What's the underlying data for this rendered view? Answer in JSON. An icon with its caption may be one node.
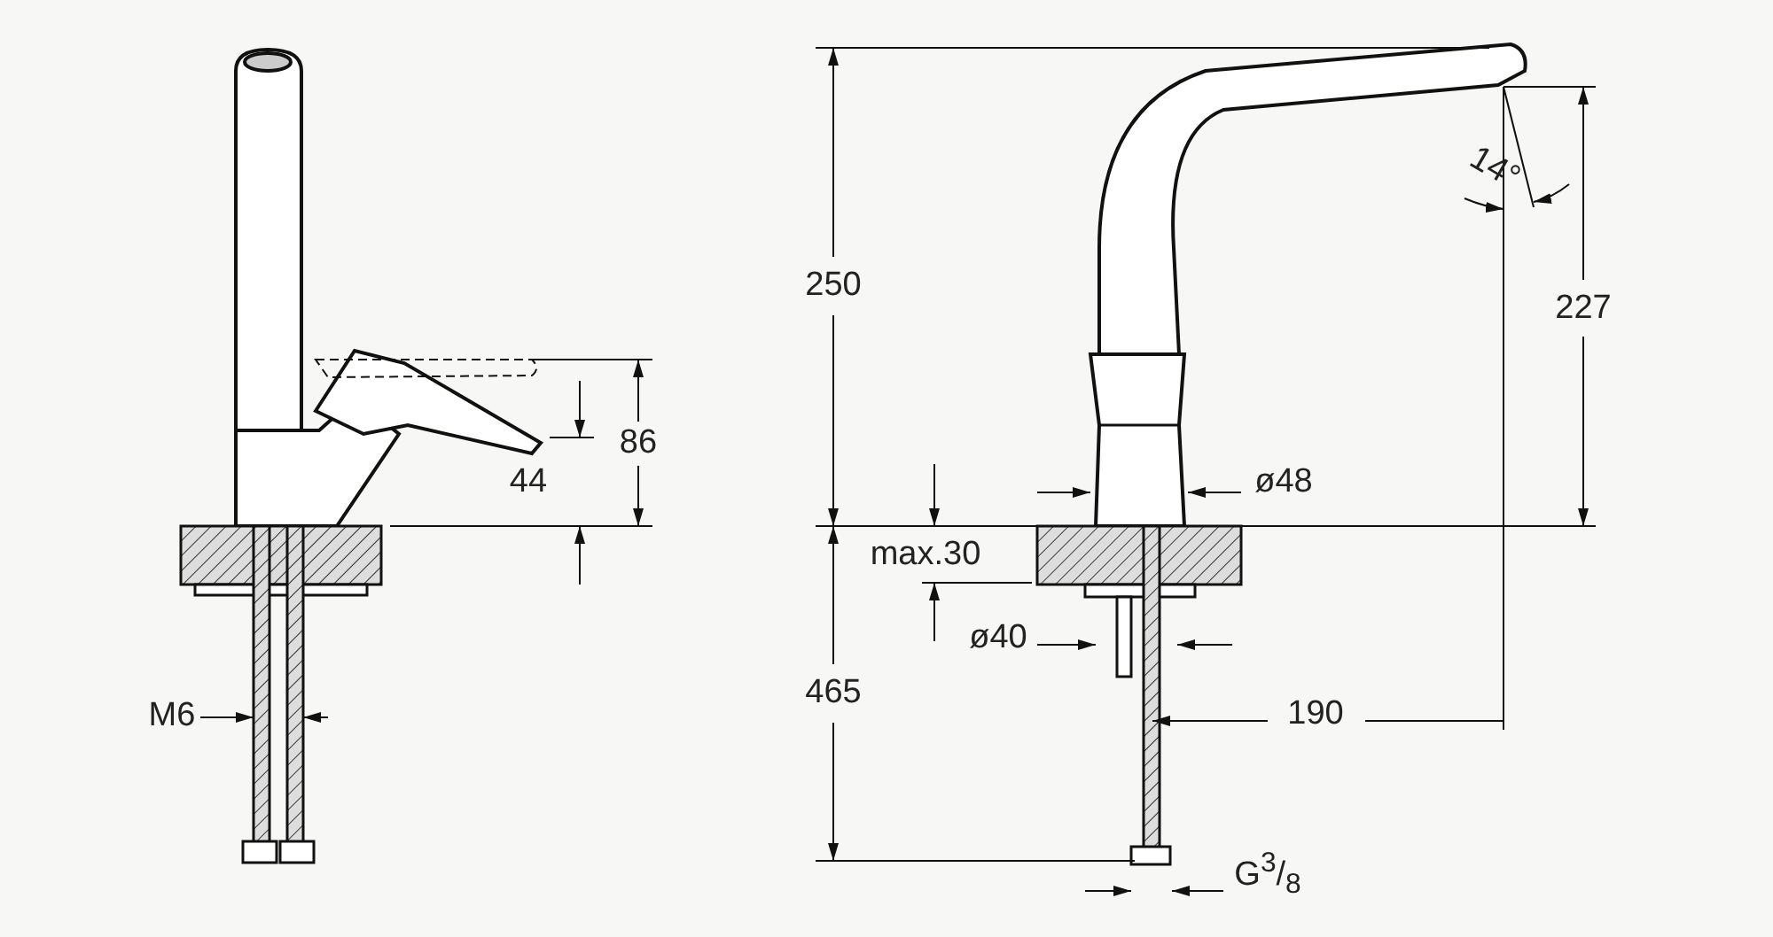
{
  "diagram": {
    "labels": [
      "14°",
      "250",
      "227",
      "86",
      "ø48",
      "44",
      "max.30",
      "ø40",
      "465",
      "M6",
      "190",
      "G$^{3}$/$_{8}$"
    ]
  }
}
